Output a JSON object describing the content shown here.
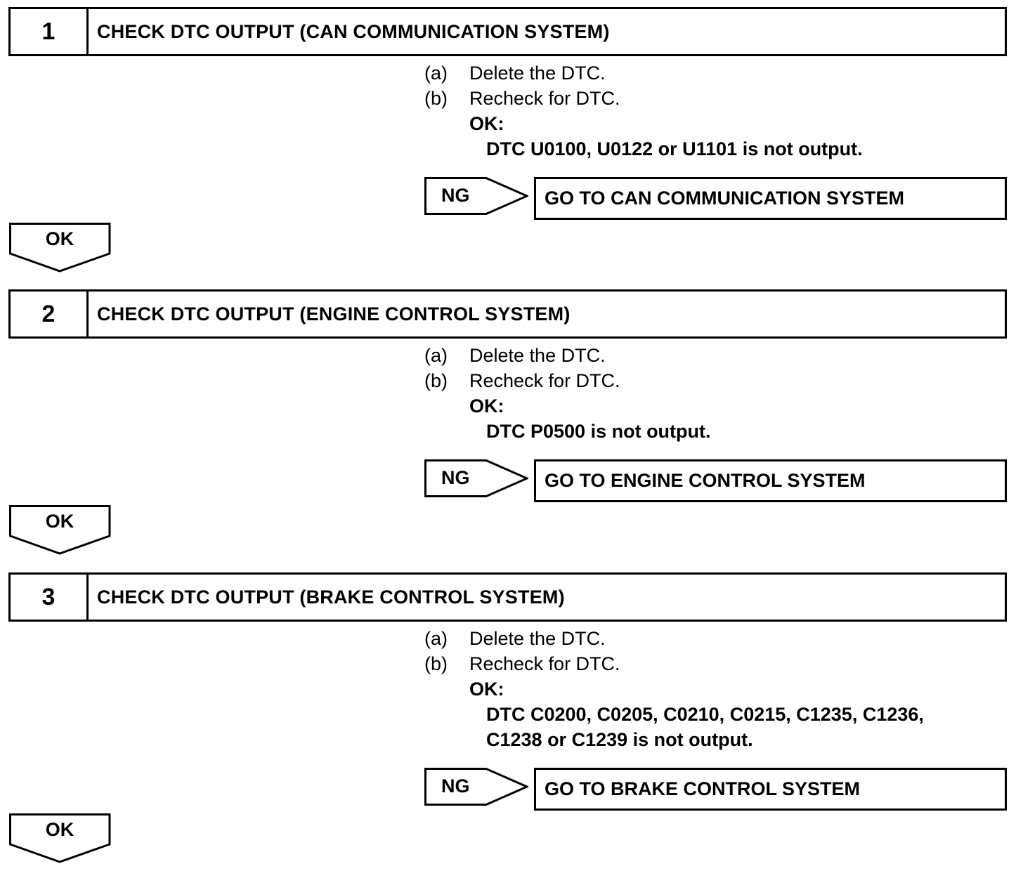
{
  "steps": [
    {
      "number": "1",
      "title": "CHECK DTC OUTPUT (CAN COMMUNICATION SYSTEM)",
      "instructions": [
        {
          "label": "(a)",
          "text": "Delete the DTC."
        },
        {
          "label": "(b)",
          "text": "Recheck for DTC."
        }
      ],
      "ok_label": "OK:",
      "ok_text": [
        "DTC U0100, U0122 or U1101 is not output."
      ],
      "ng_label": "NG",
      "goto_text": "GO TO CAN COMMUNICATION SYSTEM",
      "next_label": "OK"
    },
    {
      "number": "2",
      "title": "CHECK DTC OUTPUT (ENGINE CONTROL SYSTEM)",
      "instructions": [
        {
          "label": "(a)",
          "text": "Delete the DTC."
        },
        {
          "label": "(b)",
          "text": "Recheck for DTC."
        }
      ],
      "ok_label": "OK:",
      "ok_text": [
        "DTC P0500 is not output."
      ],
      "ng_label": "NG",
      "goto_text": "GO TO ENGINE CONTROL SYSTEM",
      "next_label": "OK"
    },
    {
      "number": "3",
      "title": "CHECK DTC OUTPUT (BRAKE CONTROL SYSTEM)",
      "instructions": [
        {
          "label": "(a)",
          "text": "Delete the DTC."
        },
        {
          "label": "(b)",
          "text": "Recheck for DTC."
        }
      ],
      "ok_label": "OK:",
      "ok_text": [
        "DTC C0200, C0205, C0210, C0215, C1235, C1236,",
        "C1238 or C1239 is not output."
      ],
      "ng_label": "NG",
      "goto_text": "GO TO BRAKE CONTROL SYSTEM",
      "next_label": "OK"
    }
  ]
}
